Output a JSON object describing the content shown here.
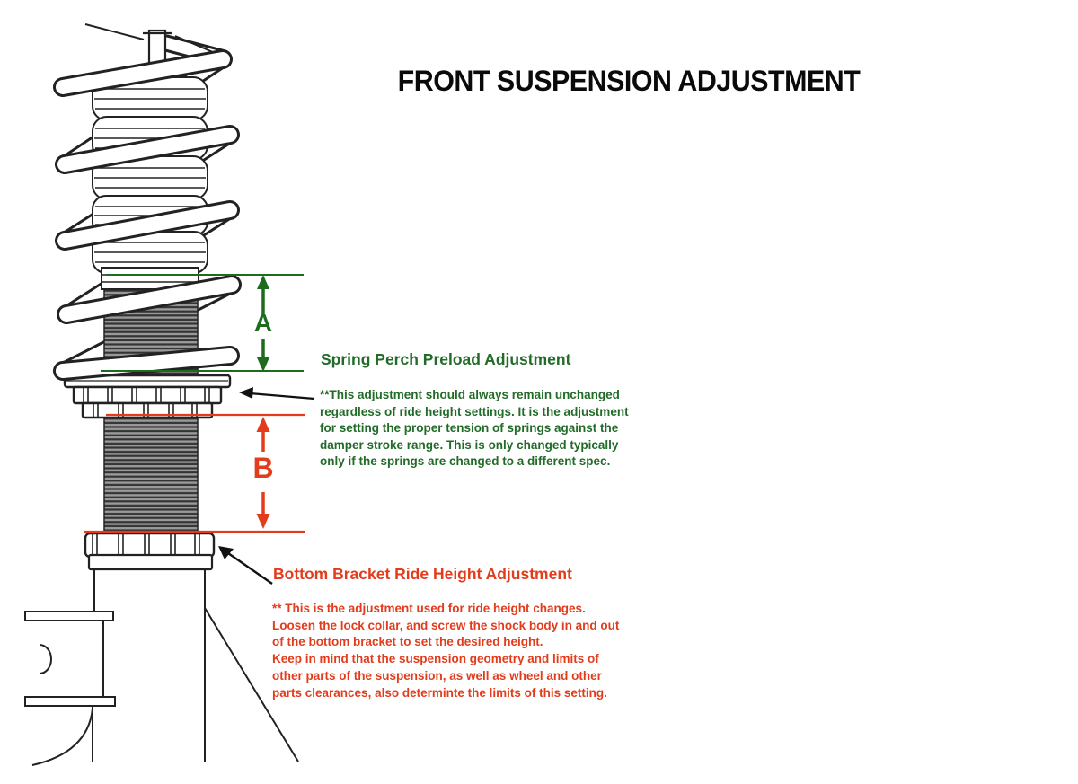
{
  "title": "FRONT SUSPENSION ADJUSTMENT",
  "colors": {
    "green": "#226b28",
    "red": "#e23c1c",
    "line_black": "#222222",
    "background": "#ffffff"
  },
  "dimensions": {
    "a_label": "A",
    "b_label": "B"
  },
  "spring_perch": {
    "heading": "Spring Perch Preload Adjustment",
    "body": "**This adjustment should always remain unchanged\nregardless of ride height settings. It is the adjustment\nfor setting the proper tension of springs against the\ndamper stroke range.  This is only changed typically\nonly if the springs are changed to a different spec."
  },
  "bottom_bracket": {
    "heading": "Bottom Bracket Ride Height Adjustment",
    "body": "** This is the adjustment used for ride height changes.\nLoosen the lock collar, and screw the shock body in and out\nof the bottom bracket to set the desired height.\nKeep in mind that the suspension geometry and limits of\nother parts of the suspension, as well as wheel and other\nparts clearances, also determinte the limits of this setting."
  },
  "diagram_parts": {
    "illustration": "coilover-suspension-line-drawing",
    "parts": [
      "top mount stem",
      "coil spring",
      "dust boot bellows",
      "threaded shock body",
      "spring perch lock collars",
      "bottom bracket lock collar",
      "bottom bracket body",
      "knuckle mounting ear"
    ]
  }
}
